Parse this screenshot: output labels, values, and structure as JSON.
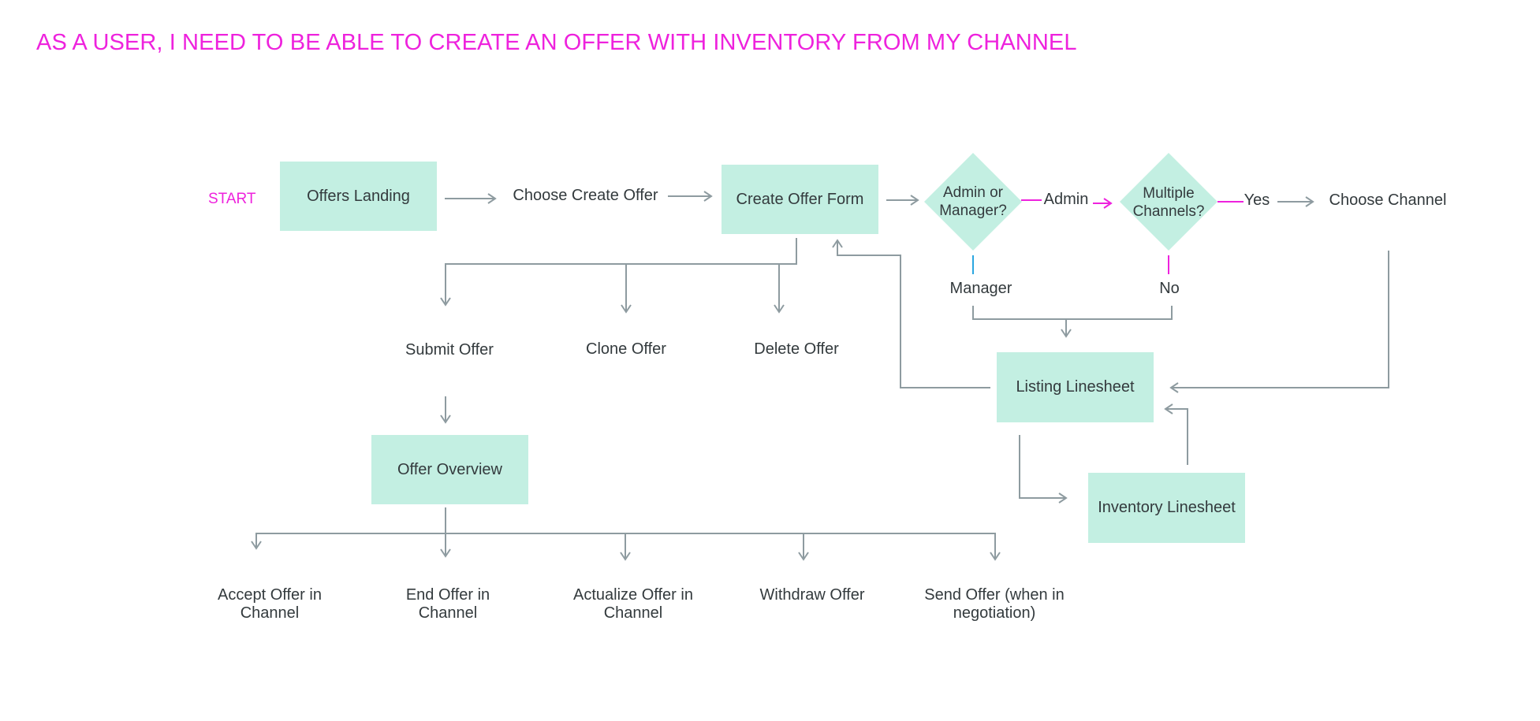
{
  "title": "AS A USER, I NEED TO BE ABLE TO CREATE AN OFFER WITH INVENTORY FROM MY CHANNEL",
  "colors": {
    "title": "#ee22dd",
    "process_fill": "#c3efe2",
    "connector": "#8e9ba0",
    "decision_branch": "#ee22dd",
    "manager_branch": "#2ba6e0",
    "text": "#333a3d"
  },
  "flow": {
    "start": "START",
    "offers_landing": "Offers Landing",
    "choose_create_offer": "Choose Create Offer",
    "create_offer_form": "Create Offer Form",
    "decision_role": "Admin or Manager?",
    "branch_admin": "Admin",
    "branch_manager": "Manager",
    "decision_channels": "Multiple Channels?",
    "branch_yes": "Yes",
    "branch_no": "No",
    "choose_channel": "Choose Channel",
    "listing_linesheet": "Listing Linesheet",
    "inventory_linesheet": "Inventory Linesheet",
    "submit_offer": "Submit Offer",
    "clone_offer": "Clone Offer",
    "delete_offer": "Delete Offer",
    "offer_overview": "Offer Overview",
    "accept_offer_1": "Accept Offer in",
    "accept_offer_2": "Channel",
    "end_offer_1": "End Offer in",
    "end_offer_2": "Channel",
    "actualize_offer_1": "Actualize Offer in",
    "actualize_offer_2": "Channel",
    "withdraw_offer": "Withdraw Offer",
    "send_offer_1": "Send Offer (when in",
    "send_offer_2": "negotiation)"
  }
}
